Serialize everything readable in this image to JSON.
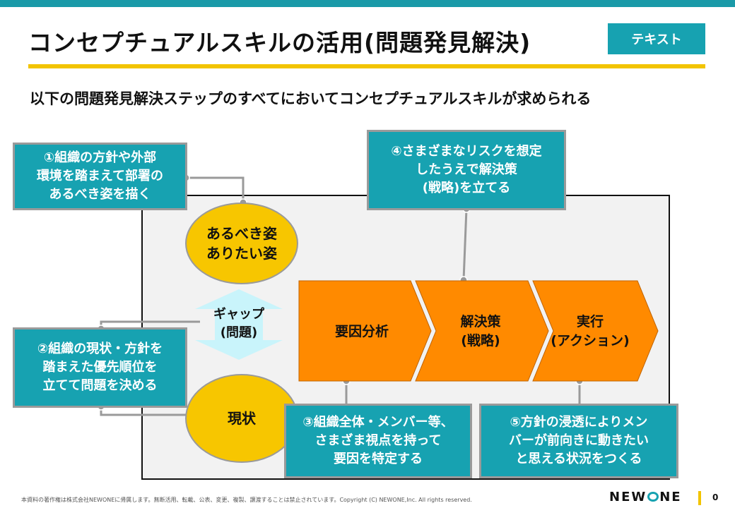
{
  "header": {
    "title": "コンセプチュアルスキルの活用(問題発見解決)",
    "tag": "テキスト"
  },
  "subtitle": "以下の問題発見解決ステップのすべてにおいてコンセプチュアルスキルが求められる",
  "diagram": {
    "ideal": "あるべき姿\nありたい姿",
    "current": "現状",
    "gap": "ギャップ\n(問題)",
    "steps": [
      "要因分析",
      "解決策\n(戦略)",
      "実行\n(アクション)"
    ],
    "callouts": {
      "c1": "①組織の方針や外部\n環境を踏まえて部署の\nあるべき姿を描く",
      "c2": "②組織の現状・方針を\n踏まえた優先順位を\n立てて問題を決める",
      "c3": "③組織全体・メンバー等、\nさまざま視点を持って\n要因を特定する",
      "c4": "④さまざまなリスクを想定\nしたうえで解決策\n(戦略)を立てる",
      "c5": "⑤方針の浸透によりメン\nバーが前向きに動きたい\nと思える状況をつくる"
    }
  },
  "footer": {
    "copyright": "本資料の著作権は株式会社NEWONEに帰属します。無断活用、転載、公表、変更、複製、譲渡することは禁止されています。Copyright (C) NEWONE,Inc.  All rights reserved.",
    "logo_left": "NEW",
    "logo_right": "NE",
    "page": "0"
  },
  "colors": {
    "teal": "#17a2b1",
    "yellow": "#f2c400",
    "orange": "#ff8a00",
    "ellipse": "#f7c600"
  }
}
